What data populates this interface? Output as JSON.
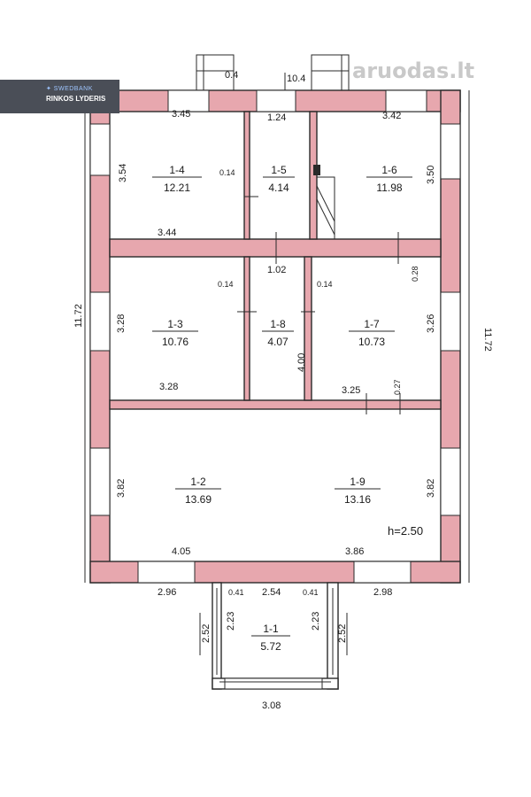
{
  "watermark": "aruodas.lt",
  "badge": {
    "logo_text": "✦ SWEDBANK",
    "text": "RINKOS LYDERIS"
  },
  "colors": {
    "wall": "#e7a7ae",
    "line": "#2a2a2a",
    "background": "#ffffff"
  },
  "rooms": [
    {
      "id": "1-4",
      "area": "12.21"
    },
    {
      "id": "1-5",
      "area": "4.14"
    },
    {
      "id": "1-6",
      "area": "11.98"
    },
    {
      "id": "1-3",
      "area": "10.76"
    },
    {
      "id": "1-8",
      "area": "4.07"
    },
    {
      "id": "1-7",
      "area": "10.73"
    },
    {
      "id": "1-2",
      "area": "13.69"
    },
    {
      "id": "1-9",
      "area": "13.16"
    },
    {
      "id": "1-1",
      "area": "5.72"
    }
  ],
  "dimensions": {
    "step_left": "0.4",
    "step_right": "10.4",
    "r14_top": "3.45",
    "r15_top": "1.24",
    "r16_top": "3.42",
    "r14_side": "3.54",
    "r14_door": "0.14",
    "r16_side": "3.50",
    "r14_bottom": "3.44",
    "r8_top": "1.02",
    "r3_door": "0.14",
    "r7_door": "0.14",
    "r7_wall": "0.28",
    "r3_side": "3.28",
    "r8_side": "4.00",
    "r7_side": "3.26",
    "r3_bottom": "3.28",
    "r7_bottom": "3.25",
    "wall_027": "0.27",
    "r2_side": "3.82",
    "r9_side": "3.82",
    "r2_bottom": "4.05",
    "r9_bottom": "3.86",
    "height": "h=2.50",
    "left_total": "11.72",
    "right_total": "11.72",
    "out_left": "2.96",
    "out_right": "2.98",
    "porch_wall_l": "0.41",
    "porch_top": "2.54",
    "porch_wall_r": "0.41",
    "porch_in_l": "2.23",
    "porch_in_r": "2.23",
    "porch_out_l": "2.52",
    "porch_out_r": "2.52",
    "porch_bottom": "3.08"
  }
}
